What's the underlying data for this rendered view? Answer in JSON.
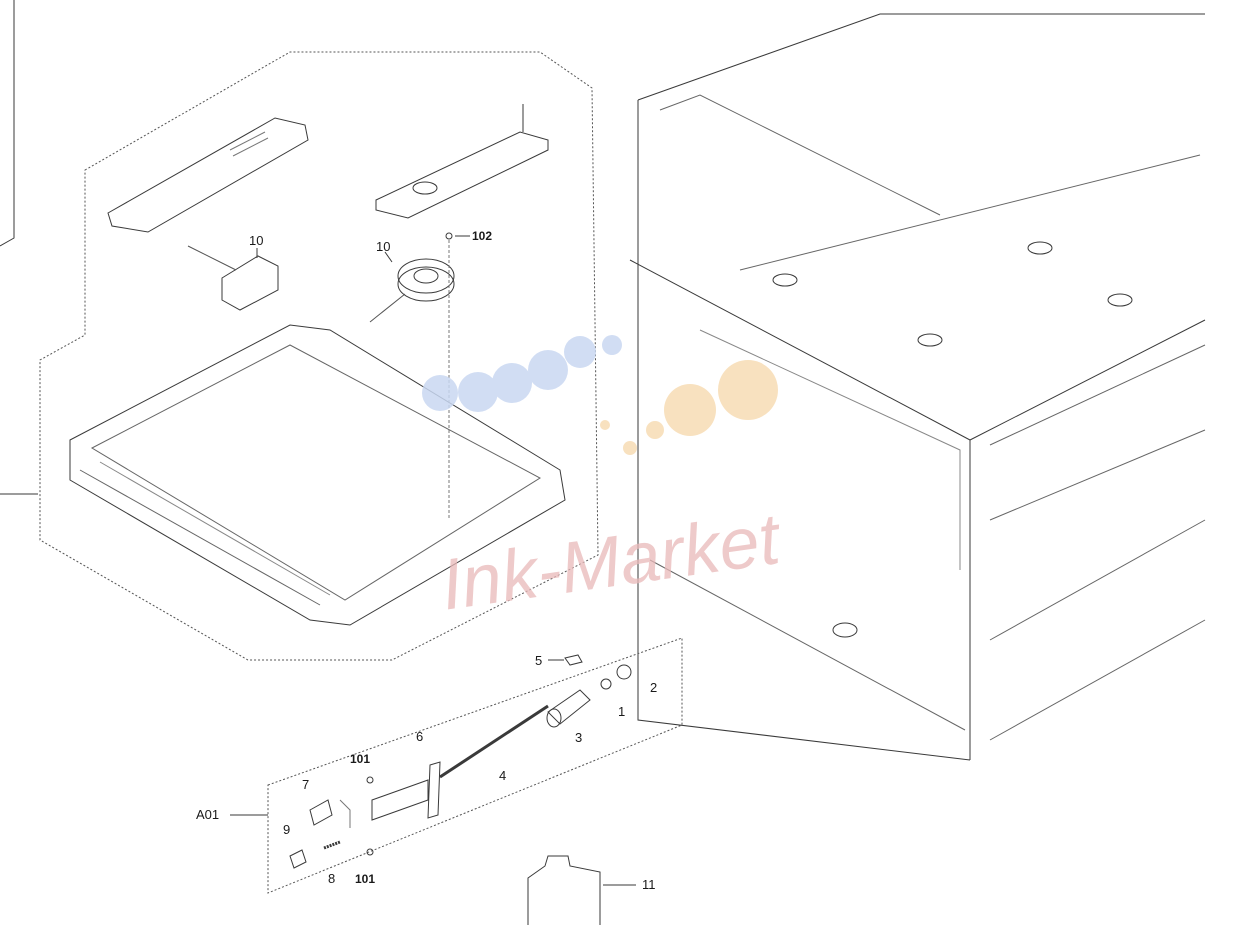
{
  "diagram": {
    "callouts": [
      {
        "id": "c10a",
        "text": "10",
        "bold": false
      },
      {
        "id": "c10b",
        "text": "10",
        "bold": false
      },
      {
        "id": "c102",
        "text": "102",
        "bold": true
      },
      {
        "id": "c5",
        "text": "5",
        "bold": false
      },
      {
        "id": "c2",
        "text": "2",
        "bold": false
      },
      {
        "id": "c1",
        "text": "1",
        "bold": false
      },
      {
        "id": "c3",
        "text": "3",
        "bold": false
      },
      {
        "id": "c6",
        "text": "6",
        "bold": false
      },
      {
        "id": "c4",
        "text": "4",
        "bold": false
      },
      {
        "id": "c101a",
        "text": "101",
        "bold": true
      },
      {
        "id": "c7",
        "text": "7",
        "bold": false
      },
      {
        "id": "cA01",
        "text": "A01",
        "bold": false
      },
      {
        "id": "c9",
        "text": "9",
        "bold": false
      },
      {
        "id": "c8",
        "text": "8",
        "bold": false
      },
      {
        "id": "c101b",
        "text": "101",
        "bold": true
      },
      {
        "id": "c11",
        "text": "11",
        "bold": false
      }
    ],
    "watermark": "Ink-Market",
    "colors": {
      "line": "#3a3a3a",
      "faint": "#9a9a9a",
      "watermark_text": "#e9b9b9",
      "dot_blue": "#c9d8f2",
      "dot_orange": "#f7dcb4"
    }
  }
}
